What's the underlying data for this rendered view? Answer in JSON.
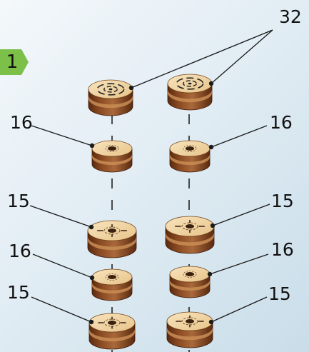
{
  "step": {
    "number": "1",
    "badge_color": "#7cc04a"
  },
  "callouts": {
    "spacer_top": "32",
    "left_1": "16",
    "right_1": "16",
    "left_2": "15",
    "right_2": "15",
    "left_3": "16",
    "right_3": "16",
    "left_4": "15",
    "right_4": "15"
  },
  "colors": {
    "wood_top": "#f1d7a6",
    "wood_side_light": "#c98d55",
    "wood_side_dark": "#6b3518",
    "leader_line": "#1a1a1a"
  }
}
